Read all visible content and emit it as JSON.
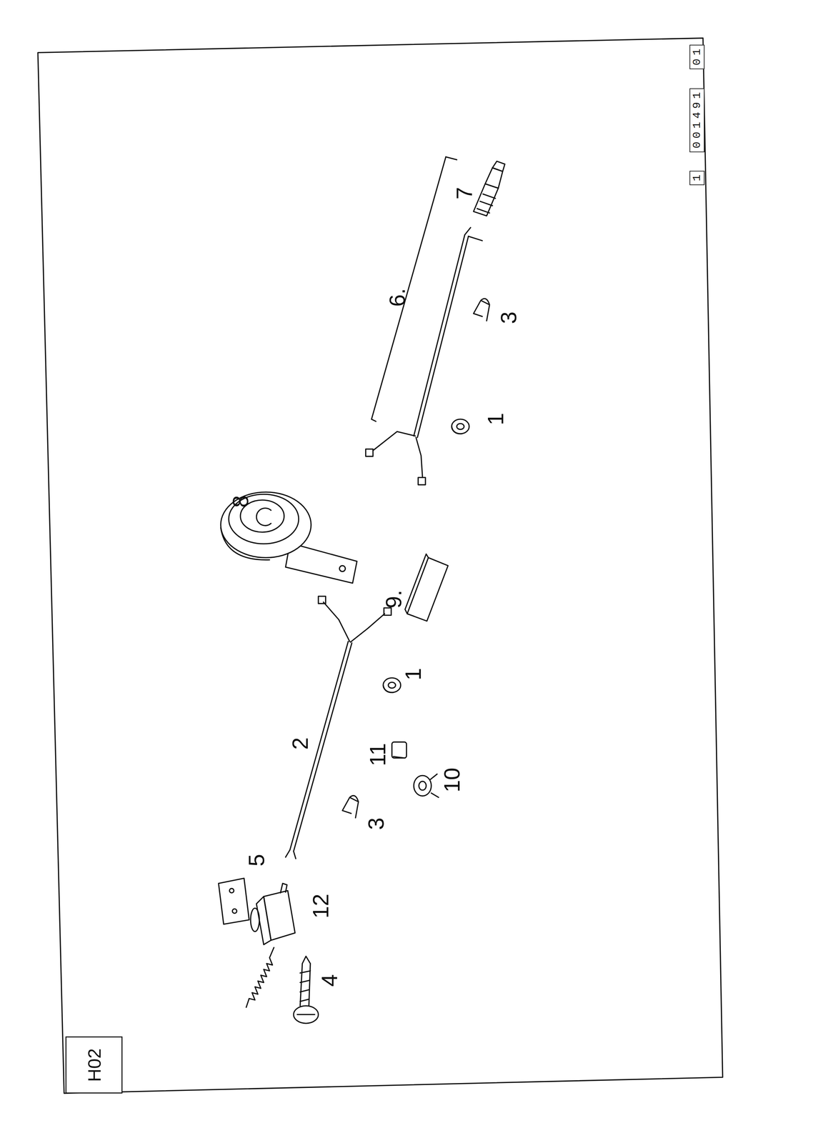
{
  "diagram": {
    "nodes": [
      {
        "text": [
          "H02"
        ]
      }
    ],
    "labels": [
      "1",
      "001491",
      "01",
      "7",
      "6.",
      "3",
      "1",
      "8",
      "9.",
      "2",
      "1",
      "11",
      "10",
      "3",
      "5",
      "12",
      "4"
    ]
  }
}
